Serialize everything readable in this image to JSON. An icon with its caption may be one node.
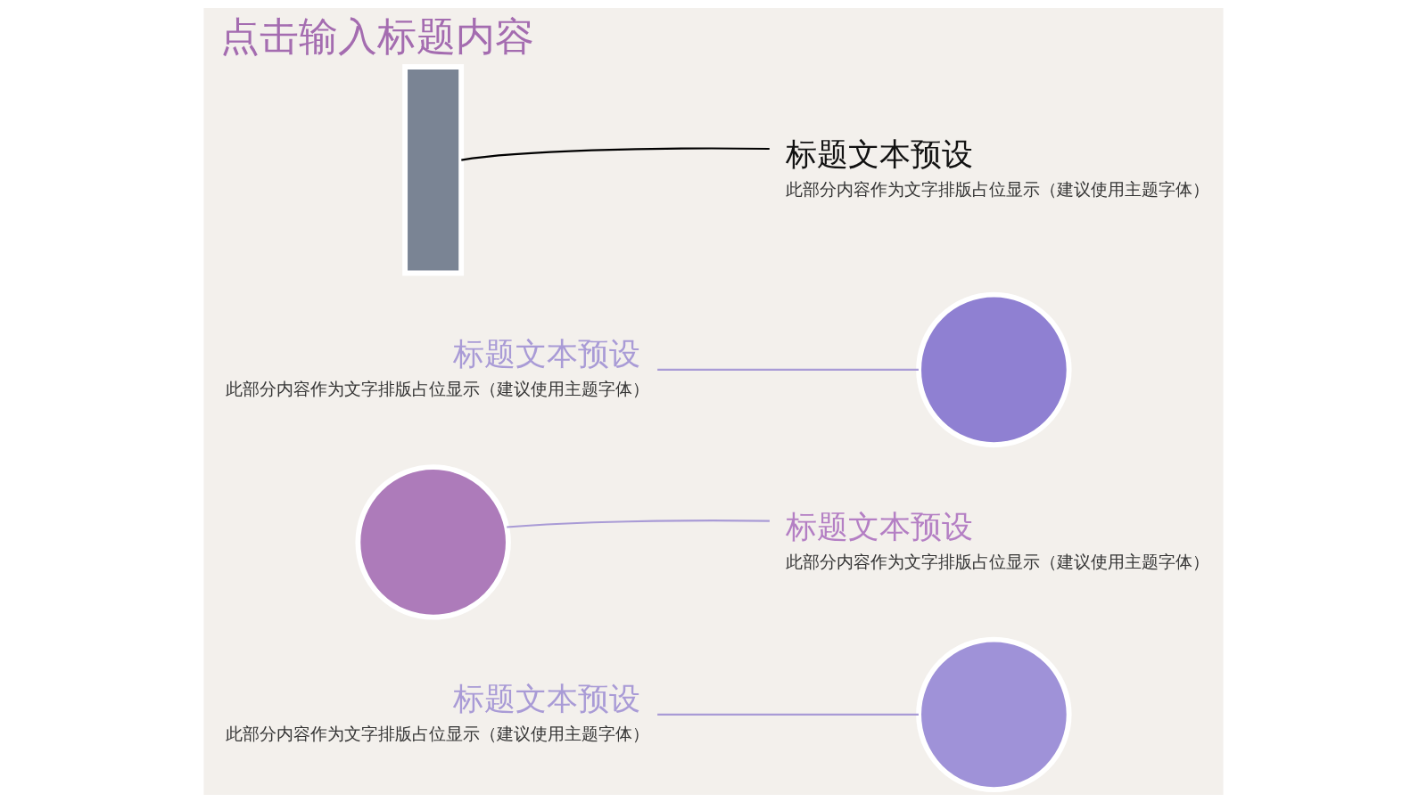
{
  "diagram": {
    "title": "点击输入标题内容",
    "nodes": [
      {
        "text": [
          "标题文本预设",
          "此部分内容作为文字排版占位显示（建议使用主题字体）"
        ]
      },
      {
        "text": [],
        "shape": "circle"
      },
      {
        "text": [
          "标题文本预设",
          "此部分内容作为文字排版占位显示（建议使用主题字体）"
        ]
      },
      {
        "text": [],
        "shape": "circle"
      },
      {
        "text": [
          "标题文本预设",
          "此部分内容作为文字排版占位显示（建议使用主题字体）"
        ]
      },
      {
        "text": [],
        "shape": "circle"
      },
      {
        "text": [
          "标题文本预设",
          "此部分内容作为文字排版占位显示（建议使用主题字体）"
        ]
      },
      {
        "text": [],
        "shape": "bar"
      }
    ],
    "edges": [
      {
        "from": 0,
        "to": 1,
        "arrow": "none"
      },
      {
        "from": 2,
        "to": 3,
        "arrow": "none"
      },
      {
        "from": 4,
        "to": 5,
        "arrow": "none"
      },
      {
        "from": 6,
        "to": 7,
        "arrow": "none",
        "color": "#000000"
      }
    ]
  }
}
